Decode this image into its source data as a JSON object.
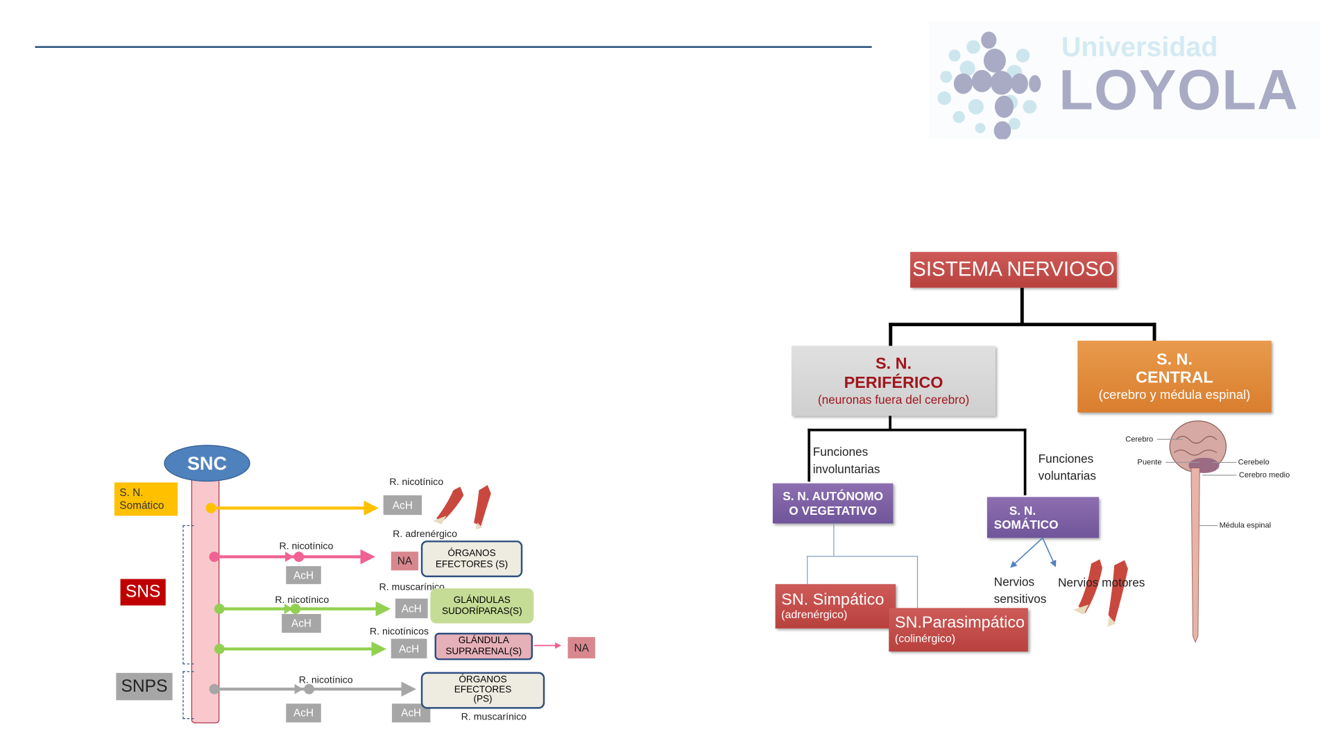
{
  "logo": {
    "line1": "Universidad",
    "line2": "LOYOLA"
  },
  "left_diagram": {
    "snc": "SNC",
    "somatico_label": "S. N. Somático",
    "sns_label": "SNS",
    "snps_label": "SNPS",
    "somatic_row": {
      "receptor": "R. nicotínico",
      "transmitter": "AcH"
    },
    "sns_row1": {
      "ganglion_receptor": "R. nicotínico",
      "ganglion_transmitter": "AcH",
      "receptor": "R. adrenérgico",
      "transmitter": "NA",
      "target": "ÓRGANOS EFECTORES (S)"
    },
    "sns_row2": {
      "ganglion_receptor": "R. nicotínico",
      "ganglion_transmitter": "AcH",
      "receptor": "R. muscarínico",
      "transmitter": "AcH",
      "target": "GLÁNDULAS SUDORÍPARAS(S)"
    },
    "sns_row3": {
      "receptor": "R. nicotínicos",
      "transmitter": "AcH",
      "target": "GLÁNDULA SUPRARENAL(S)",
      "output": "NA"
    },
    "snps_row": {
      "ganglion_receptor": "R. nicotínico",
      "ganglion_transmitter": "AcH",
      "transmitter": "AcH",
      "target": "ÓRGANOS EFECTORES (PS)",
      "receptor": "R. muscarínico"
    },
    "colors": {
      "somatic": "#ffc000",
      "sns_pink": "#f06292",
      "sns_green": "#92d050",
      "snps_gray": "#a6a6a6",
      "snc": "#4f81bd"
    }
  },
  "right_diagram": {
    "root": "SISTEMA NERVIOSO",
    "peripheral": {
      "line1": "S. N.",
      "line2": "PERIFÉRICO",
      "sub": "(neuronas fuera del cerebro)"
    },
    "central": {
      "line1": "S. N.",
      "line2": "CENTRAL",
      "sub": "(cerebro y médula espinal)"
    },
    "involuntary": "Funciones involuntarias",
    "voluntary": "Funciones voluntarias",
    "autonomic": {
      "line1": "S. N. AUTÓNOMO",
      "line2": "O VEGETATIVO"
    },
    "somatic": {
      "line1": "S. N.",
      "line2": "SOMÁTICO"
    },
    "sympathetic": {
      "title": "SN. Simpático",
      "sub": "(adrenérgico)"
    },
    "parasympathetic": {
      "title": "SN.Parasimpático",
      "sub": "(colinérgico)"
    },
    "sensory": "Nervios sensitivos",
    "motor": "Nervios motores",
    "anatomy": {
      "cerebro": "Cerebro",
      "puente": "Puente",
      "cerebelo": "Cerebelo",
      "cerebro_medio": "Cerebro medio",
      "medula": "Médula espinal"
    }
  }
}
